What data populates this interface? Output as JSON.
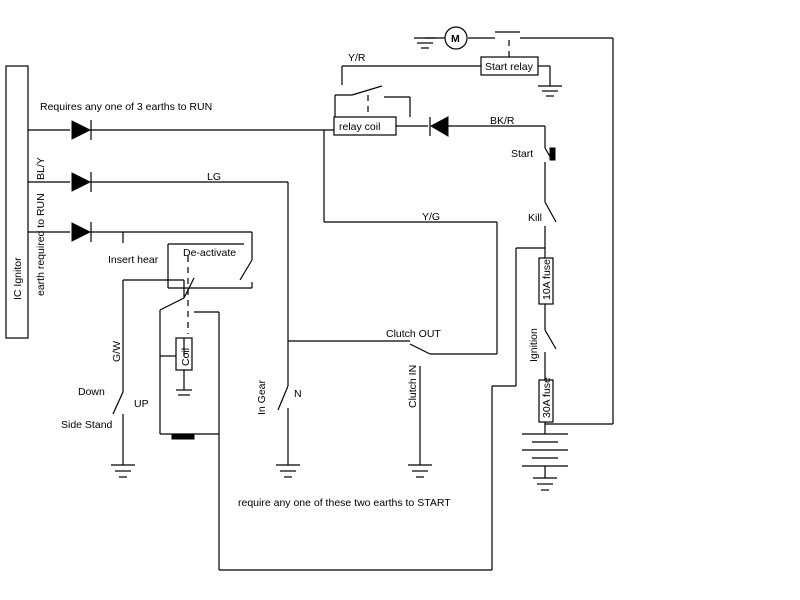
{
  "ignitor": {
    "title": "IC Ignitor",
    "side_note": "earth required to RUN",
    "wire_label": "BL/Y"
  },
  "notes": {
    "run_note": "Requires any one of 3 earths to RUN",
    "start_note": "require any one of these two earths to START"
  },
  "components": {
    "motor": "M",
    "start_relay": "Start relay",
    "relay_coil": "relay coil",
    "start_switch": "Start",
    "kill_switch": "Kill",
    "fuse_10a": "10A fuse",
    "ignition_switch": "Ignition",
    "fuse_30a": "30A fuse",
    "insert_hear": "Insert hear",
    "deactivate": "De-activate",
    "coil": "Coil",
    "clutch_out": "Clutch OUT",
    "clutch_in": "Clutch IN",
    "in_gear": "In Gear",
    "neutral": "N",
    "side_stand": "Side Stand",
    "down": "Down",
    "up": "UP"
  },
  "wires": {
    "yr": "Y/R",
    "bkr": "BK/R",
    "lg": "LG",
    "yg": "Y/G",
    "gw": "G/W"
  }
}
